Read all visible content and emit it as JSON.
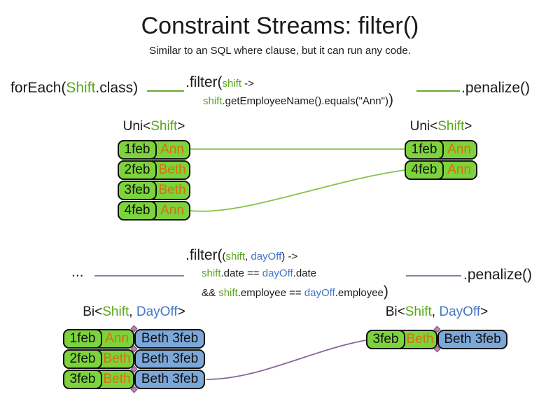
{
  "title": "Constraint Streams: filter()",
  "subtitle": "Similar to an SQL where clause, but it can run any code.",
  "colors": {
    "class_green": "#58a618",
    "class_blue": "#4376c8",
    "employee_orange": "#d96f0e",
    "shift_fill_green": "#7dd33c",
    "dayoff_fill_blue": "#7ba7d9",
    "connector_green": "#86c34a",
    "connector_purple": "#86689b"
  },
  "uni_stream": {
    "source_code": {
      "pre": "forEach(",
      "cls": "Shift",
      "post": ".class)"
    },
    "filter_code": {
      "head": ".filter(",
      "param": "shift",
      "arrow": " ->",
      "body_var": "shift",
      "body_rest": ".getEmployeeName().equals(\"Ann\")",
      "close": ")"
    },
    "penalize_code": ".penalize()",
    "input_table": {
      "label": {
        "pre": "Uni<",
        "cls": "Shift",
        "post": ">"
      },
      "rows": [
        {
          "date": "1feb",
          "employee": "Ann"
        },
        {
          "date": "2feb",
          "employee": "Beth"
        },
        {
          "date": "3feb",
          "employee": "Beth"
        },
        {
          "date": "4feb",
          "employee": "Ann"
        }
      ]
    },
    "output_table": {
      "label": {
        "pre": "Uni<",
        "cls": "Shift",
        "post": ">"
      },
      "rows": [
        {
          "date": "1feb",
          "employee": "Ann"
        },
        {
          "date": "4feb",
          "employee": "Ann"
        }
      ]
    }
  },
  "bi_stream": {
    "source_code": "...",
    "filter_code": {
      "head": ".filter(",
      "p_open": "(",
      "param1": "shift",
      "p_comma": ", ",
      "param2": "dayOff",
      "p_close": ")",
      "arrow": " ->",
      "line2": {
        "v1": "shift",
        "t1": ".date == ",
        "v2": "dayOff",
        "t2": ".date"
      },
      "line3": {
        "t0": "&& ",
        "v1": "shift",
        "t1": ".employee == ",
        "v2": "dayOff",
        "t2": ".employee"
      },
      "close": ")"
    },
    "penalize_code": ".penalize()",
    "input_table": {
      "label": {
        "pre": "Bi<",
        "cls1": "Shift",
        "comma": ", ",
        "cls2": "DayOff",
        "post": ">"
      },
      "rows": [
        {
          "date": "1feb",
          "employee": "Ann",
          "dayoff": "Beth 3feb"
        },
        {
          "date": "2feb",
          "employee": "Beth",
          "dayoff": "Beth 3feb"
        },
        {
          "date": "3feb",
          "employee": "Beth",
          "dayoff": "Beth 3feb"
        }
      ]
    },
    "output_table": {
      "label": {
        "pre": "Bi<",
        "cls1": "Shift",
        "comma": ", ",
        "cls2": "DayOff",
        "post": ">"
      },
      "rows": [
        {
          "date": "3feb",
          "employee": "Beth",
          "dayoff": "Beth 3feb"
        }
      ]
    }
  }
}
